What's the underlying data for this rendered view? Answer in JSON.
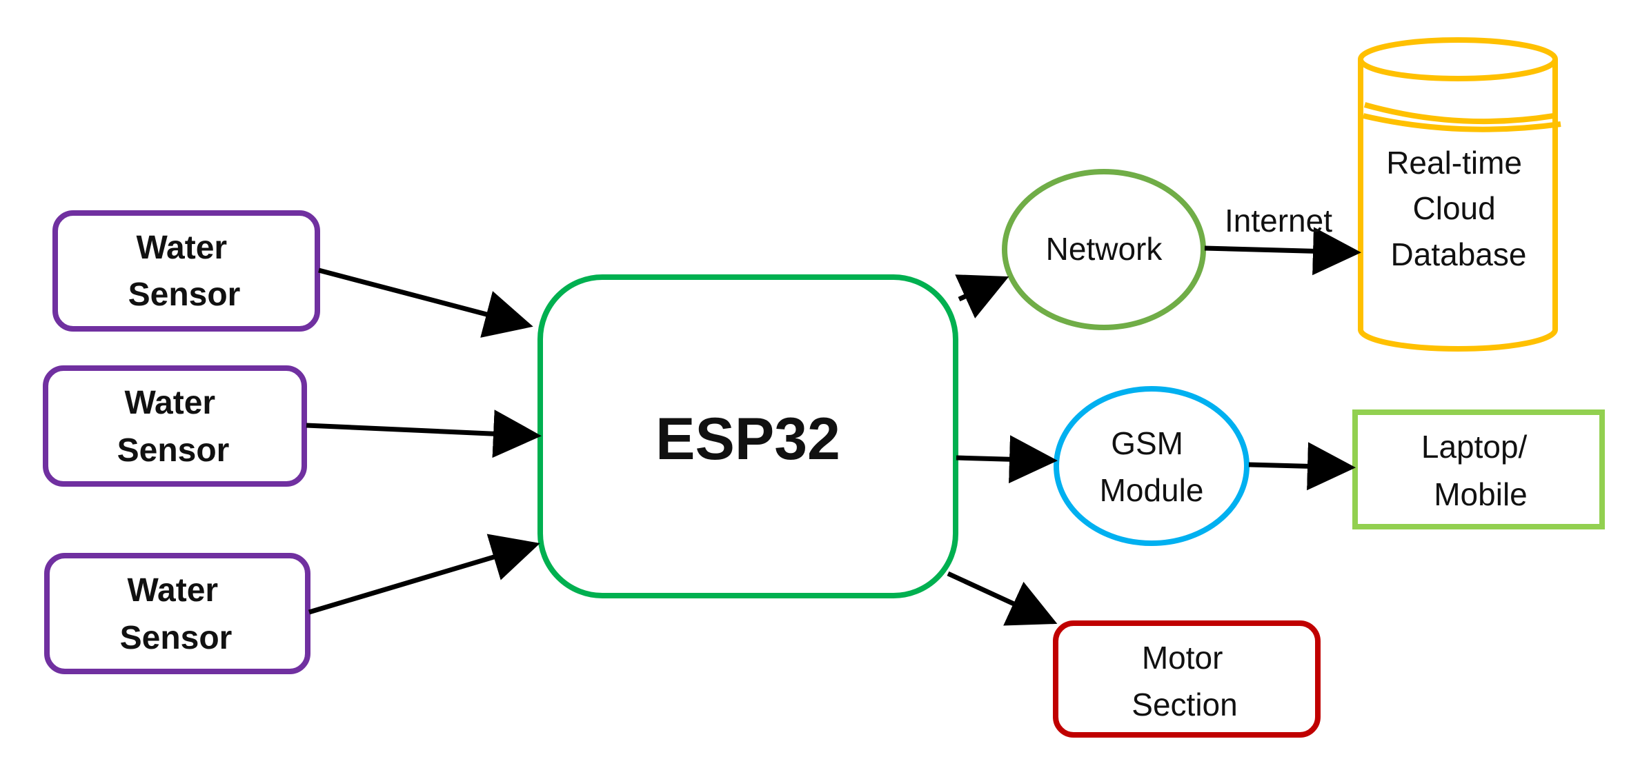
{
  "colors": {
    "sensor": "#7030a0",
    "esp32": "#00b050",
    "network": "#70ad47",
    "database": "#ffc000",
    "gsm": "#00b0f0",
    "device": "#92d050",
    "motor": "#c00000",
    "arrow": "#000000"
  },
  "nodes": {
    "sensor1": {
      "line1": "Water",
      "line2": "Sensor"
    },
    "sensor2": {
      "line1": "Water",
      "line2": "Sensor"
    },
    "sensor3": {
      "line1": "Water",
      "line2": "Sensor"
    },
    "esp32": {
      "label": "ESP32"
    },
    "network": {
      "label": "Network"
    },
    "database": {
      "line1": "Real-time",
      "line2": "Cloud",
      "line3": "Database"
    },
    "gsm": {
      "line1": "GSM",
      "line2": "Module"
    },
    "device": {
      "line1": "Laptop/",
      "line2": "Mobile"
    },
    "motor": {
      "line1": "Motor",
      "line2": "Section"
    }
  },
  "edges": {
    "network_to_database": {
      "label": "Internet"
    }
  }
}
